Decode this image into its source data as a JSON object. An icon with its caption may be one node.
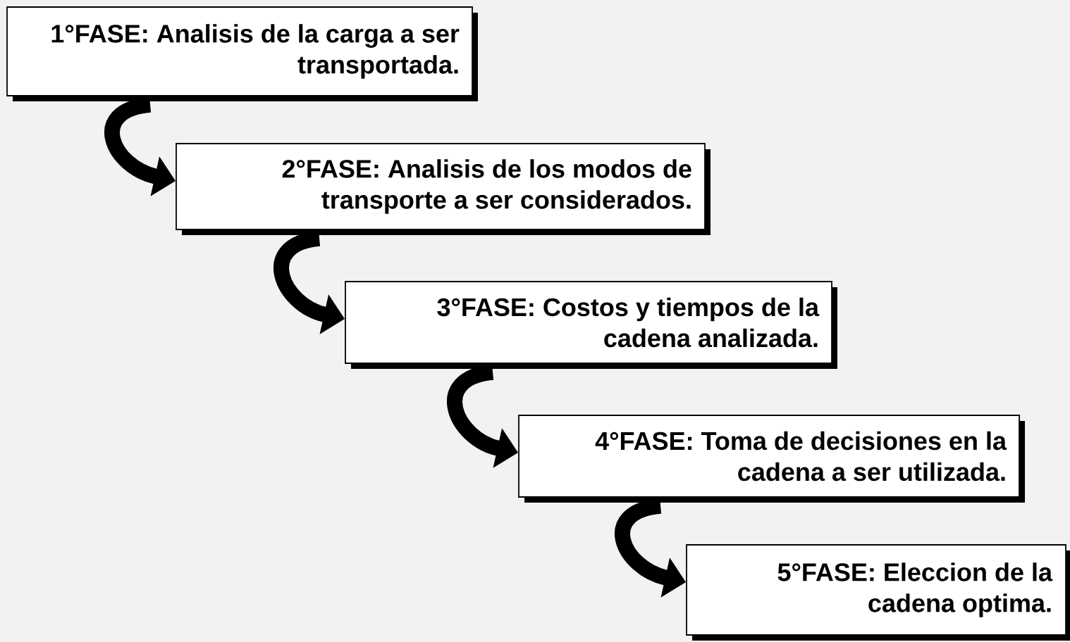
{
  "diagram": {
    "nodes": [
      {
        "text": [
          "1°FASE: Analisis de la carga a ser transportada."
        ]
      },
      {
        "text": [
          "2°FASE: Analisis de los modos de transporte a ser considerados."
        ]
      },
      {
        "text": [
          "3°FASE: Costos y tiempos de la cadena analizada."
        ]
      },
      {
        "text": [
          "4°FASE: Toma de decisiones en la cadena a ser utilizada."
        ]
      },
      {
        "text": [
          "5°FASE: Eleccion de la cadena optima."
        ]
      }
    ],
    "edges": [
      {
        "from": 0,
        "to": 1,
        "arrow": "to"
      },
      {
        "from": 1,
        "to": 2,
        "arrow": "to"
      },
      {
        "from": 2,
        "to": 3,
        "arrow": "to"
      },
      {
        "from": 3,
        "to": 4,
        "arrow": "to"
      }
    ]
  }
}
